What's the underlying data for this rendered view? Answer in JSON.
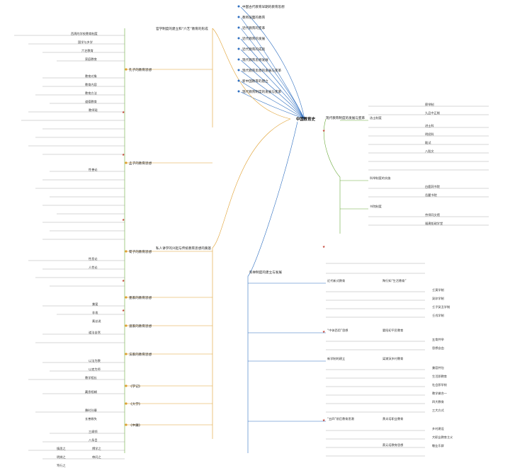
{
  "center": "中国教育史",
  "right_top_nodes": [
    "中国古代教育早期的教育思想",
    "教师层面的教育",
    "近代教育的变革",
    "近代教育的发展",
    "近代教育的成就",
    "现代教育思想发展",
    "现代教育思想的发展与变革",
    "新中国教育的建立",
    "现代教育制度的发展与变革"
  ],
  "left_main": {
    "branch1": "官学制度的建立和“六艺”教育的形成",
    "branch2": "私人讲学的兴起与传统教育思想的奠基",
    "sub_kongzi": "孔子的教育思想",
    "sub_mengzi": "孟子的教育思想",
    "sub_xunzi": "荀子的教育思想",
    "sub_mozi": "墨家的教育思想",
    "sub_daojia": "道家的教育思想",
    "sub_fajia": "法家的教育思想",
    "sub_xueji": "《学记》",
    "sub_daxue": "《大学》",
    "sub_zhongyong": "《中庸》"
  },
  "left_details": [
    "西周的学校教育制度",
    "国学与乡学",
    "六艺教育",
    "家庭教育",
    "教育对象",
    "教育内容",
    "教育方法",
    "道德教育",
    "教师观",
    "性善论",
    "性恶论",
    "人性论",
    "兼爱",
    "非攻",
    "素丝说",
    "道法自然",
    "以法为教",
    "以吏为师",
    "教学相长",
    "藏息相辅",
    "豫时孙摩",
    "长善救失",
    "三纲领",
    "八条目",
    "博学之",
    "审问之",
    "慎思之",
    "明辨之",
    "笃行之"
  ],
  "right_main": {
    "branch1": "科举制度的建立与发展",
    "branch2": "现代教育制度的发展与变革",
    "sub1": "选士制度",
    "sub2": "科举制度的实施",
    "sub3": "书院制度",
    "sub4": "近代新式教育",
    "sub5": "“中体西用”思想",
    "sub6": "新学制的建立",
    "sub7": "“五四”前后教育思潮",
    "sub8": "陶行知“生活教育”",
    "sub9": "晏阳初平民教育",
    "sub10": "梁漱溟乡村教育",
    "sub11": "黄炎培职业教育",
    "sub12": "蔡元培教育思想"
  },
  "right_details": [
    "察举制",
    "九品中正制",
    "进士科",
    "明经科",
    "殿试",
    "八股文",
    "白鹿洞书院",
    "岳麓书院",
    "京师同文馆",
    "福建船政学堂",
    "壬寅学制",
    "癸卯学制",
    "壬子癸丑学制",
    "壬戌学制",
    "五育并举",
    "思想自由",
    "兼容并包",
    "生活即教育",
    "社会即学校",
    "教学做合一",
    "四大教育",
    "三大方式",
    "乡村建设",
    "大职业教育主义",
    "敬业乐群"
  ],
  "colors": {
    "branch_blue": "#2f6fc0",
    "branch_orange": "#e0a030",
    "branch_green": "#6aaa3a",
    "highlight_red": "#c0392b"
  }
}
